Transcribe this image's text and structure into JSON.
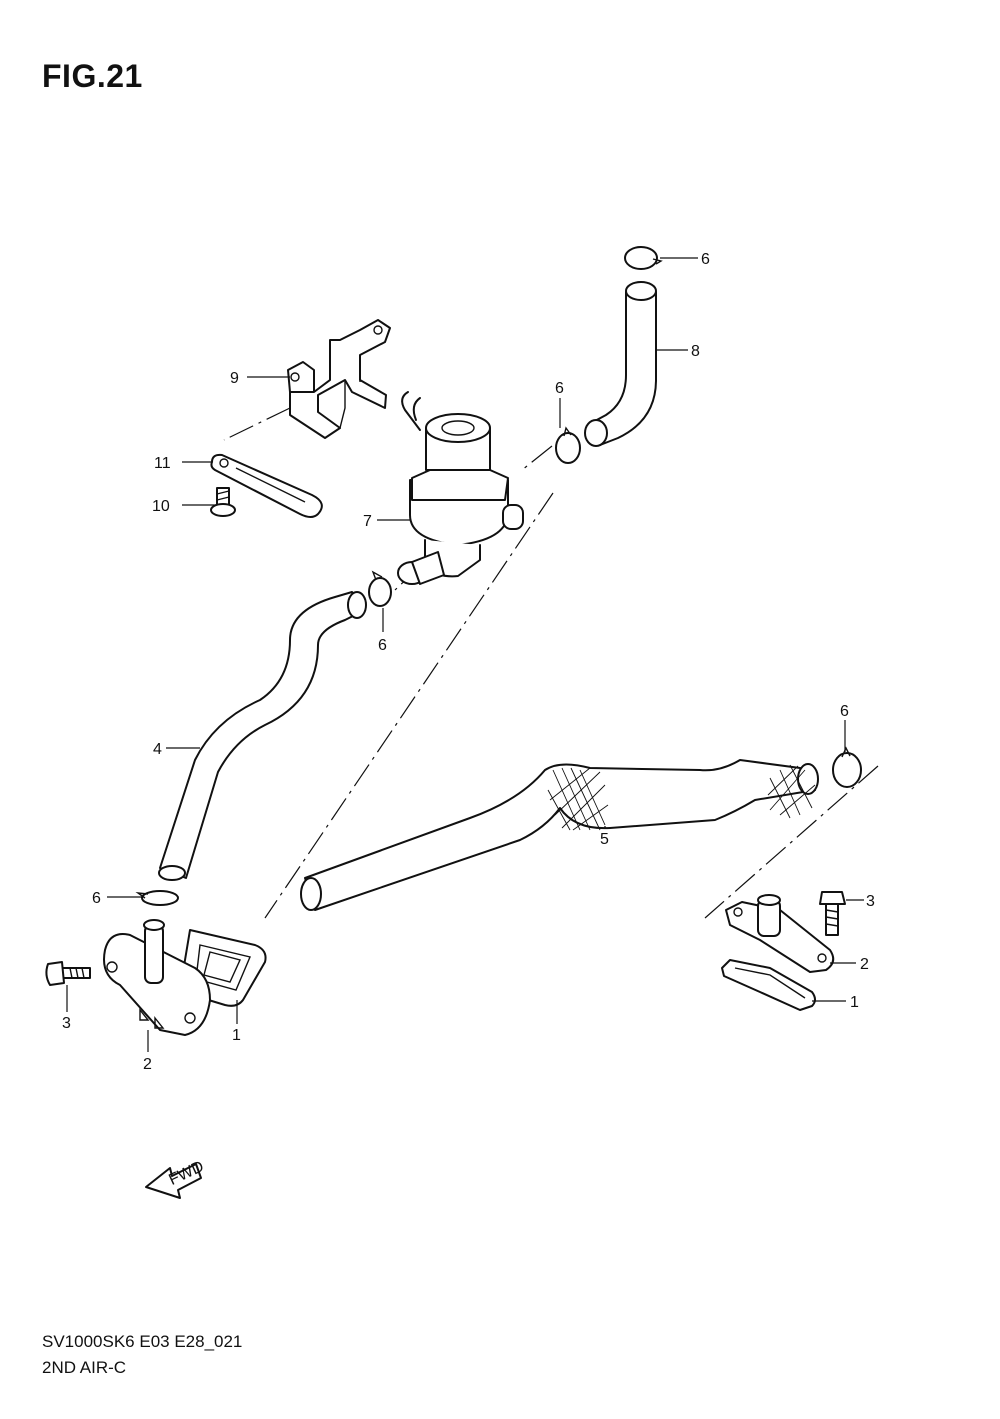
{
  "figure": {
    "title": "FIG.21",
    "model_code": "SV1000SK6 E03 E28_021",
    "section_name": "2ND AIR-C"
  },
  "callouts": [
    {
      "id": "c6a",
      "label": "6"
    },
    {
      "id": "c8",
      "label": "8"
    },
    {
      "id": "c9",
      "label": "9"
    },
    {
      "id": "c6b",
      "label": "6"
    },
    {
      "id": "c11",
      "label": "11"
    },
    {
      "id": "c10",
      "label": "10"
    },
    {
      "id": "c7",
      "label": "7"
    },
    {
      "id": "c6c",
      "label": "6"
    },
    {
      "id": "c4",
      "label": "4"
    },
    {
      "id": "c6d",
      "label": "6"
    },
    {
      "id": "c5",
      "label": "5"
    },
    {
      "id": "c6e",
      "label": "6"
    },
    {
      "id": "c3a",
      "label": "3"
    },
    {
      "id": "c2a",
      "label": "2"
    },
    {
      "id": "c1a",
      "label": "1"
    },
    {
      "id": "c3b",
      "label": "3"
    },
    {
      "id": "c2b",
      "label": "2"
    },
    {
      "id": "c1b",
      "label": "1"
    }
  ],
  "fwd_arrow": {
    "label": "FWD"
  }
}
